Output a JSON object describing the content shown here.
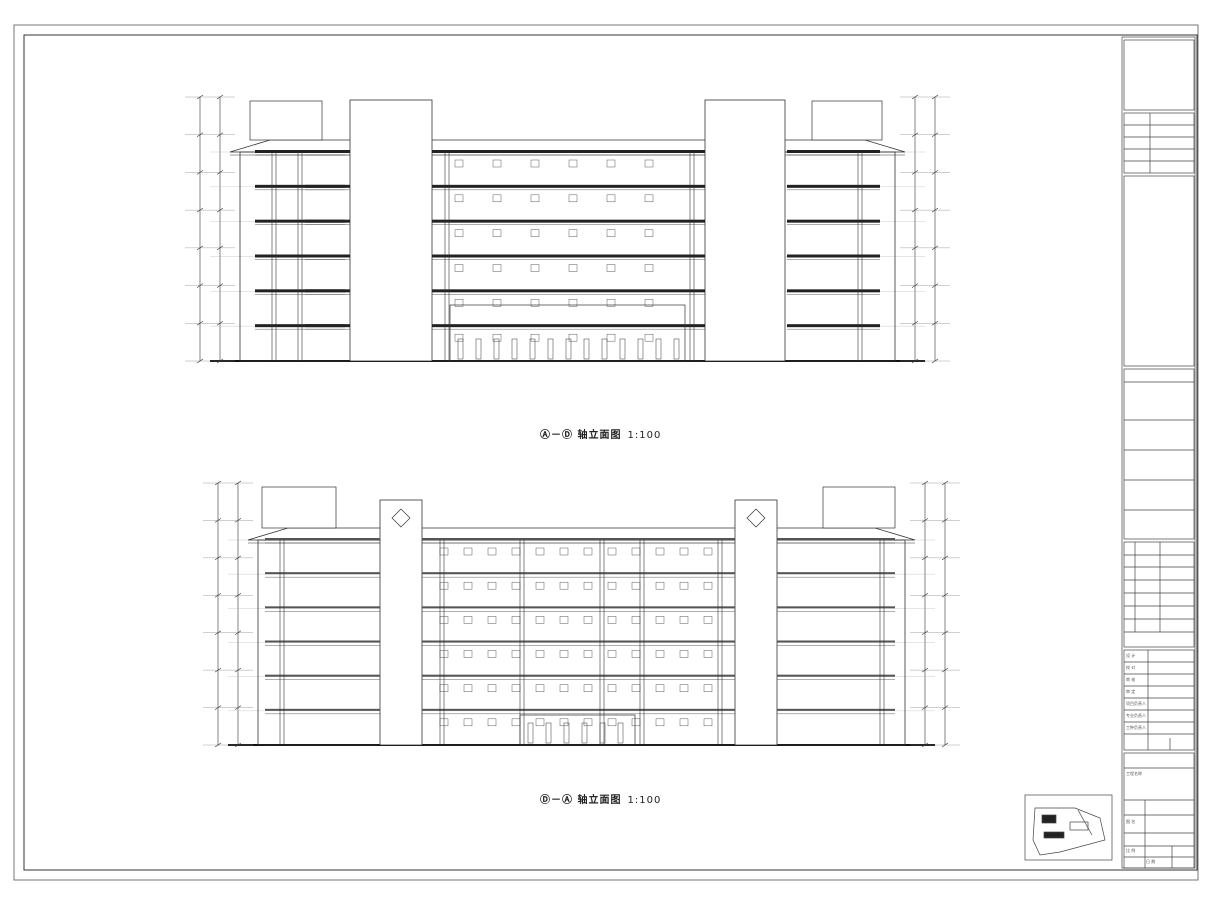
{
  "drawing": {
    "elevation_top": {
      "title": "Ⓐ－Ⓓ 轴立面图",
      "scale": "1:100"
    },
    "elevation_bottom": {
      "title": "Ⓓ－Ⓐ 轴立面图",
      "scale": "1:100"
    }
  },
  "title_block": {
    "sign_rows": [
      "设 计",
      "校 对",
      "审 核",
      "审 定",
      "项目负责人",
      "专业负责人",
      "工种负责人"
    ],
    "project_label": "工程名称",
    "drawing_label": "图 名",
    "scale_label": "比 例",
    "date_label": "日 期"
  }
}
